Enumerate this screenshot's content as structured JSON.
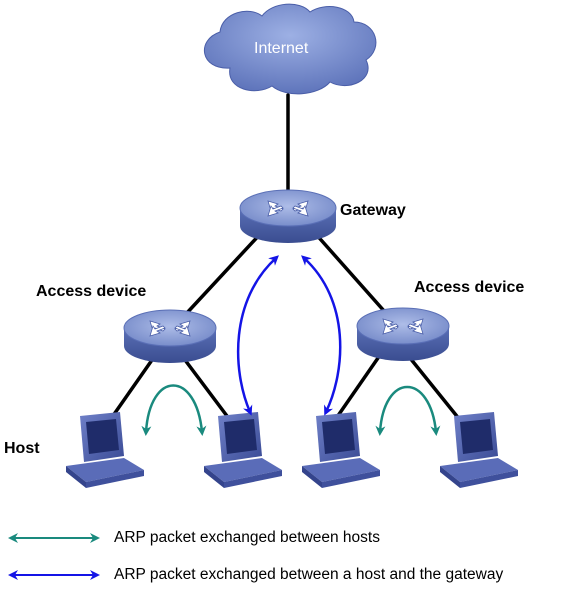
{
  "nodes": {
    "internet": "Internet",
    "gateway": "Gateway",
    "access_left": "Access device",
    "access_right": "Access device",
    "host": "Host"
  },
  "legend": [
    {
      "text": "ARP packet exchanged between hosts",
      "color": "#1a8a7e"
    },
    {
      "text": "ARP packet exchanged between a host and the gateway",
      "color": "#1414e6"
    }
  ],
  "colors": {
    "cloud": "#6a7fc4",
    "device_top": "#8fa4dc",
    "device_side": "#4a5fa6",
    "host_arrow": "#1a8a7e",
    "gateway_arrow": "#1414e6",
    "link": "#000000"
  }
}
